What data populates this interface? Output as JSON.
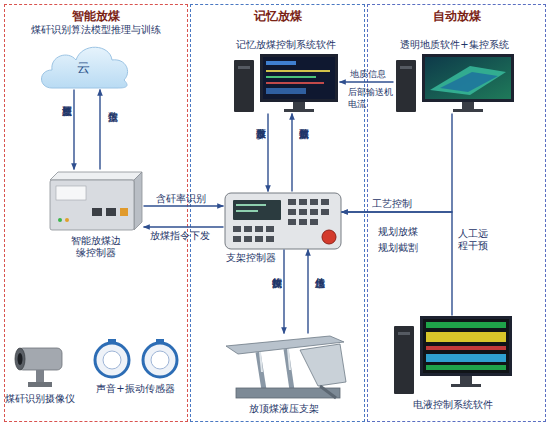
{
  "diagram": {
    "nodes": [
      {
        "text": [
          "智能放煤"
        ]
      },
      {
        "text": [
          "云"
        ],
        "in": 0
      },
      {
        "text": [
          "智能放煤边缘控制器"
        ],
        "in": 0
      },
      {
        "text": [
          "煤矸识别摄像仪"
        ],
        "in": 0
      },
      {
        "text": [
          "声音+振动传感器"
        ],
        "in": 0
      },
      {
        "text": [
          "记忆放煤"
        ]
      },
      {
        "text": [
          "记忆放煤控制系统软件"
        ],
        "in": 5
      },
      {
        "text": [
          "支架控制器"
        ],
        "in": 5
      },
      {
        "text": [
          "放顶煤液压支架"
        ],
        "in": 5
      },
      {
        "text": [
          "自动放煤"
        ]
      },
      {
        "text": [
          "透明地质软件+集控系统"
        ],
        "in": 9
      },
      {
        "text": [
          "电液控制系统软件"
        ],
        "in": 9
      }
    ],
    "edges": [
      {
        "from": 1,
        "to": 2,
        "label": "模型算法更新",
        "arrow": "to"
      },
      {
        "from": 2,
        "to": 1,
        "label": "数据上传",
        "arrow": "to"
      },
      {
        "from": 2,
        "to": 7,
        "label": "含矸率识别",
        "arrow": "to"
      },
      {
        "from": 7,
        "to": 2,
        "label": "放煤指令下发",
        "arrow": "to"
      },
      {
        "from": 6,
        "to": 7,
        "label": "放煤参数下发",
        "arrow": "to"
      },
      {
        "from": 7,
        "to": 6,
        "label": "放煤数据更新",
        "arrow": "to"
      },
      {
        "from": 10,
        "to": 6,
        "label": "地质信息",
        "arrow": "to"
      },
      {
        "from": 10,
        "to": 7,
        "label": "工艺控制",
        "arrow": "to"
      },
      {
        "from": 11,
        "to": 7,
        "label": "人工远程干预",
        "arrow": "to"
      },
      {
        "from": 7,
        "to": 8,
        "label": "控制执行放煤",
        "arrow": "to"
      },
      {
        "from": 8,
        "to": 7,
        "label": "传感信息上传",
        "arrow": "to"
      }
    ],
    "labels": [
      "煤矸识别算法模型推理与训练",
      "后部输送机电流",
      "规划放煤",
      "规划截割"
    ]
  }
}
